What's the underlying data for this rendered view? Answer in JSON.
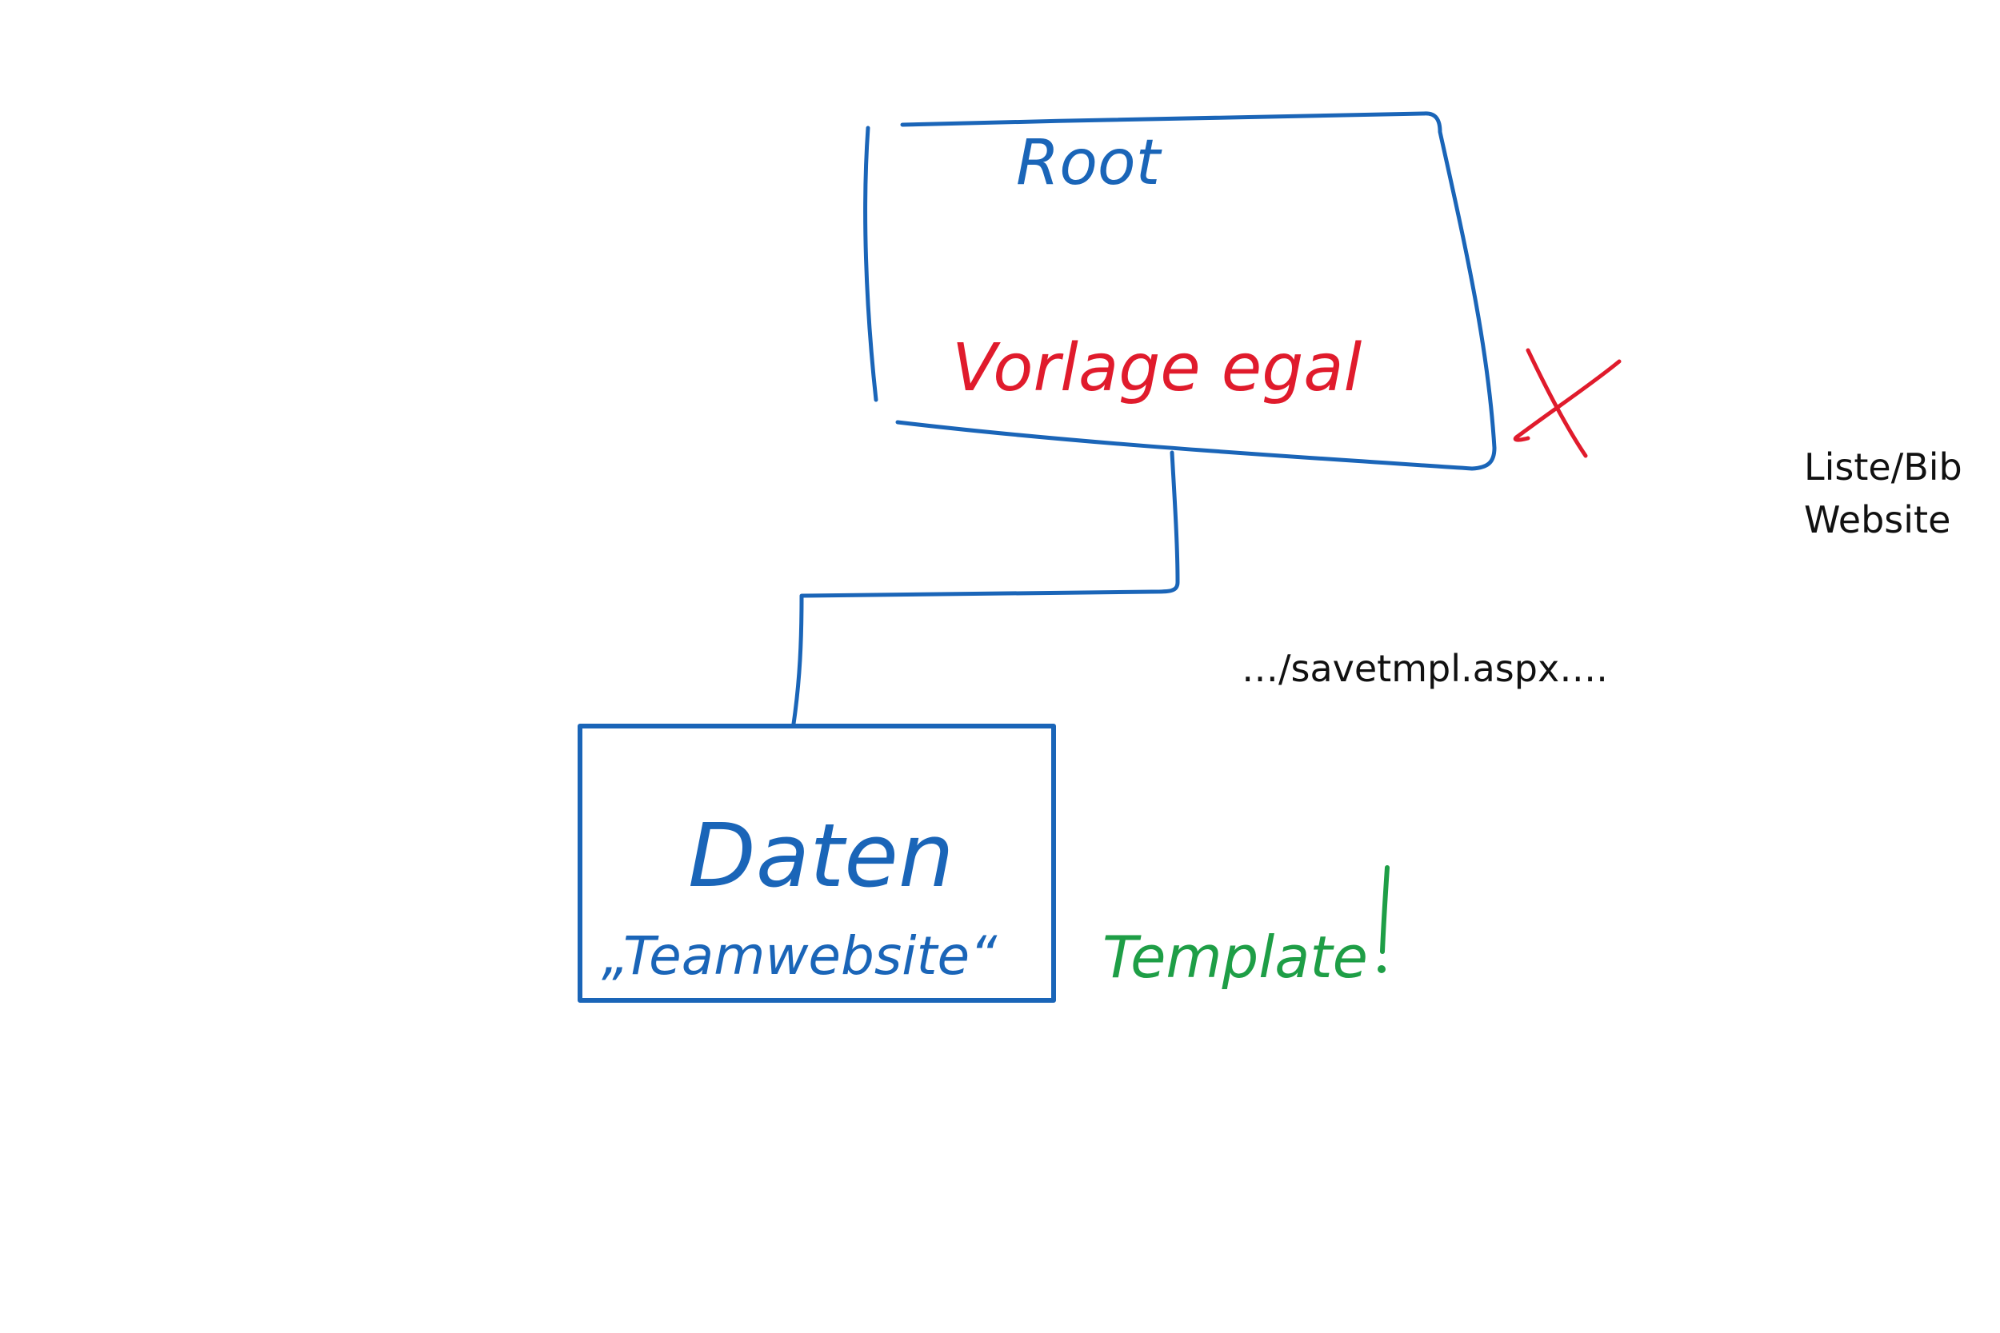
{
  "colors": {
    "background": "#ffffff",
    "blue": "#1a65b8",
    "red": "#e01b2c",
    "green": "#1e9e46",
    "black": "#111111"
  },
  "root_box": {
    "title": "Root",
    "note": "Vorlage egal",
    "note_color": "red"
  },
  "data_box": {
    "title": "Daten",
    "subtitle": "„Teamwebsite“"
  },
  "annotations": {
    "template_label": "Template",
    "exclamation": "!",
    "cross_mark": "X",
    "url_hint": "…/savetmpl.aspx….",
    "side_note_line1": "Liste/Bib",
    "side_note_line2": "Website"
  }
}
